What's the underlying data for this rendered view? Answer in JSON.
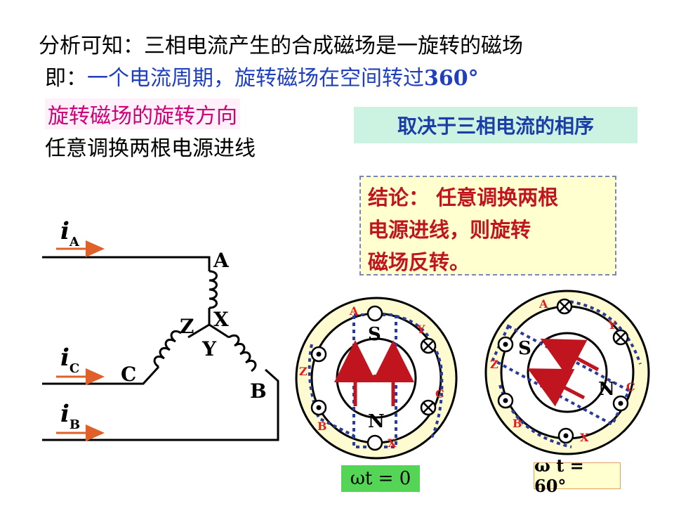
{
  "header": {
    "line1": "分析可知：三相电流产生的合成磁场是一旋转的磁场",
    "line2_prefix": "即：",
    "line2_highlight": "一个电流周期，旋转磁场在空间转过",
    "line2_angle": "360°",
    "line3": "旋转磁场的旋转方向",
    "line4": "任意调换两根电源进线"
  },
  "phase_sequence_box": "取决于三相电流的相序",
  "conclusion": {
    "line1": "结论： 任意调换两根",
    "line2": "电源进线，则旋转",
    "line3": "磁场反转。"
  },
  "circuit": {
    "currents": [
      {
        "symbol": "i",
        "sub": "A"
      },
      {
        "symbol": "i",
        "sub": "C"
      },
      {
        "symbol": "i",
        "sub": "B"
      }
    ],
    "node_labels": {
      "A": "A",
      "X": "X",
      "Z": "Z",
      "Y": "Y",
      "C": "C",
      "B": "B"
    }
  },
  "stator_left": {
    "labels": {
      "A": "A",
      "Y": "Y",
      "Z": "Z",
      "C": "C",
      "B": "B",
      "X": "X",
      "S": "S",
      "N": "N"
    },
    "equation": "ωt = 0"
  },
  "stator_right": {
    "labels": {
      "A": "A",
      "Y": "Y",
      "Z": "Z",
      "C": "C",
      "B": "B",
      "X": "X",
      "S": "S",
      "N": "N"
    },
    "equation": "ω t = 60°"
  },
  "colors": {
    "accent_blue": "#1f3fbf",
    "accent_magenta": "#cc0077",
    "arrow_red": "#c0141e",
    "ring_yellow": "#fffbd0"
  }
}
